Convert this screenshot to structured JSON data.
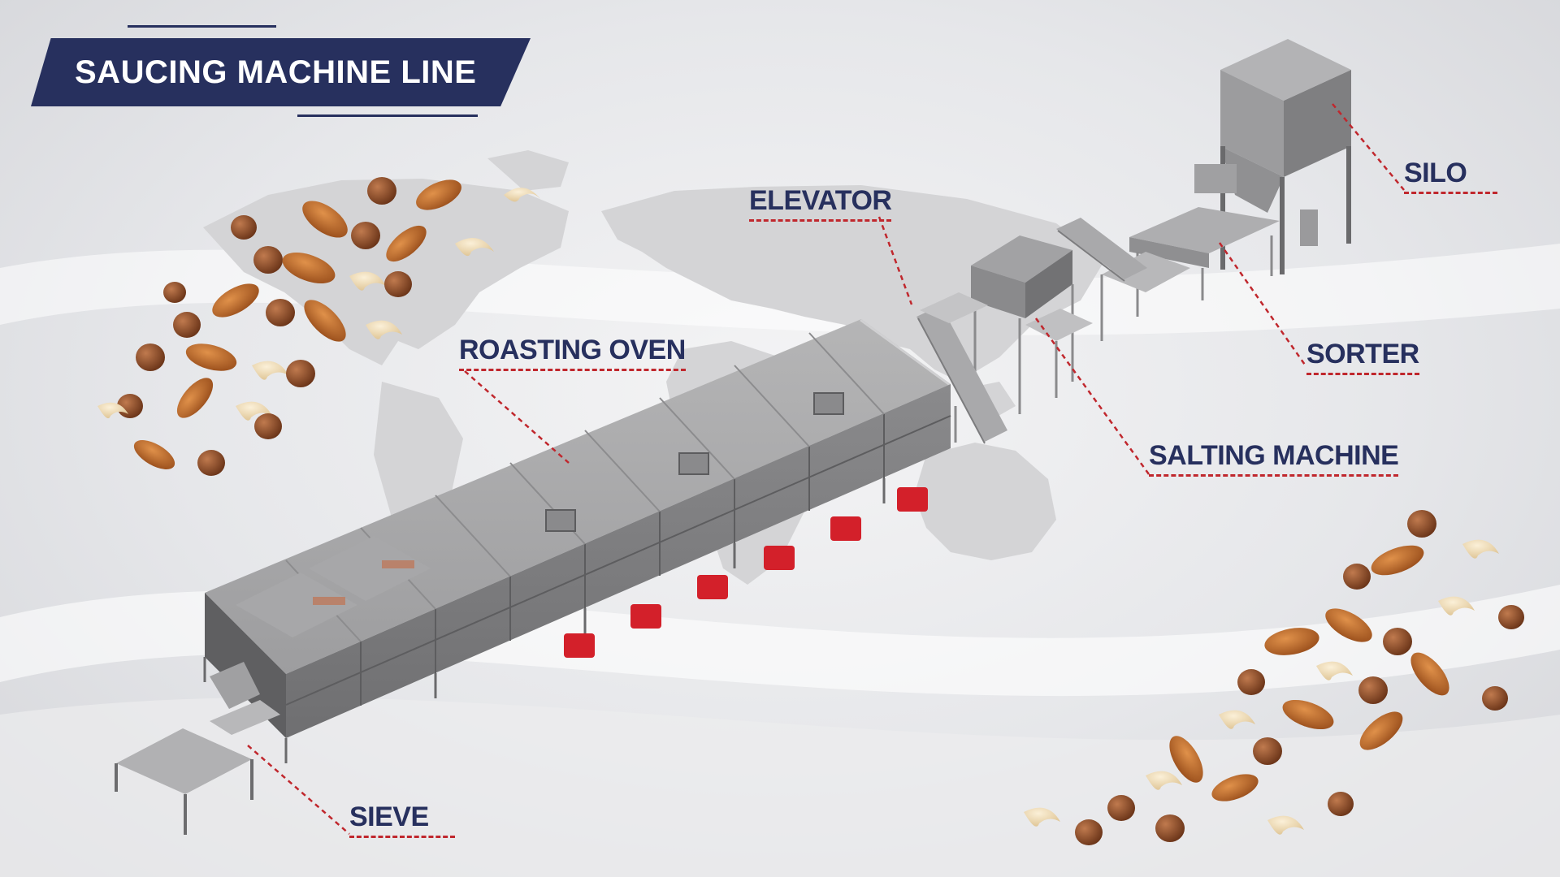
{
  "title": "SAUCING MACHINE LINE",
  "labels": {
    "silo": "SILO",
    "elevator": "ELEVATOR",
    "roasting_oven": "ROASTING OVEN",
    "sorter": "SORTER",
    "salting_machine": "SALTING MACHINE",
    "sieve": "SIEVE"
  },
  "colors": {
    "navy": "#27305e",
    "leader_red": "#c0272d",
    "burner_red": "#d3202a",
    "machine_gray": "#8f8f8f",
    "map_gray": "#d4d4d6"
  }
}
